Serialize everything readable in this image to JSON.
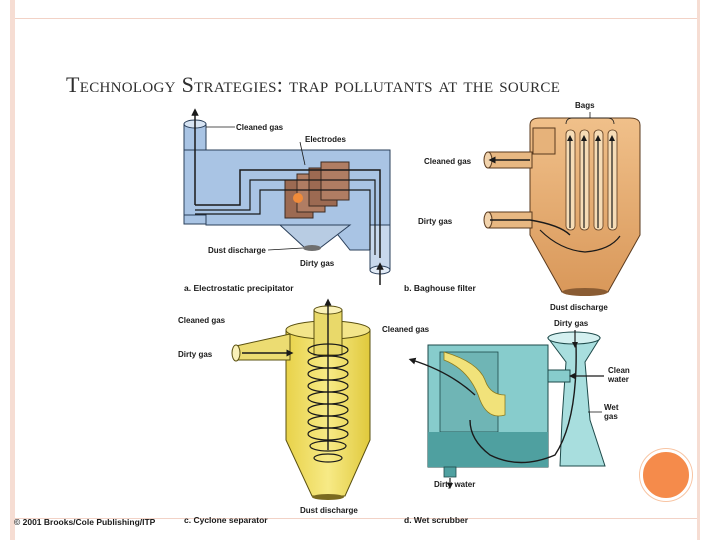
{
  "slide": {
    "title": "Technology Strategies: trap pollutants at the source",
    "copyright": "© 2001 Brooks/Cole Publishing/ITP"
  },
  "panels": {
    "electrostatic": {
      "caption": "a. Electrostatic precipitator",
      "labels": {
        "cleaned_gas": "Cleaned gas",
        "electrodes": "Electrodes",
        "dust_discharge": "Dust discharge",
        "dirty_gas": "Dirty gas"
      }
    },
    "baghouse": {
      "caption": "b. Baghouse filter",
      "labels": {
        "bags": "Bags",
        "cleaned_gas": "Cleaned gas",
        "dirty_gas": "Dirty gas",
        "dust_discharge": "Dust discharge"
      }
    },
    "cyclone": {
      "caption": "c. Cyclone separator",
      "labels": {
        "cleaned_gas": "Cleaned gas",
        "dirty_gas": "Dirty gas",
        "dust_discharge": "Dust discharge"
      }
    },
    "scrubber": {
      "caption": "d. Wet scrubber",
      "labels": {
        "cleaned_gas": "Cleaned gas",
        "dirty_gas": "Dirty gas",
        "clean_water": "Clean water",
        "wet_gas": "Wet gas",
        "dirty_water": "Dirty water"
      }
    }
  },
  "colors": {
    "precipitator": "#a9c4e4",
    "baghouse": "#e3a96a",
    "cyclone": "#f0de5e",
    "scrubber": "#87cccc",
    "accent": "#f58b4b"
  }
}
